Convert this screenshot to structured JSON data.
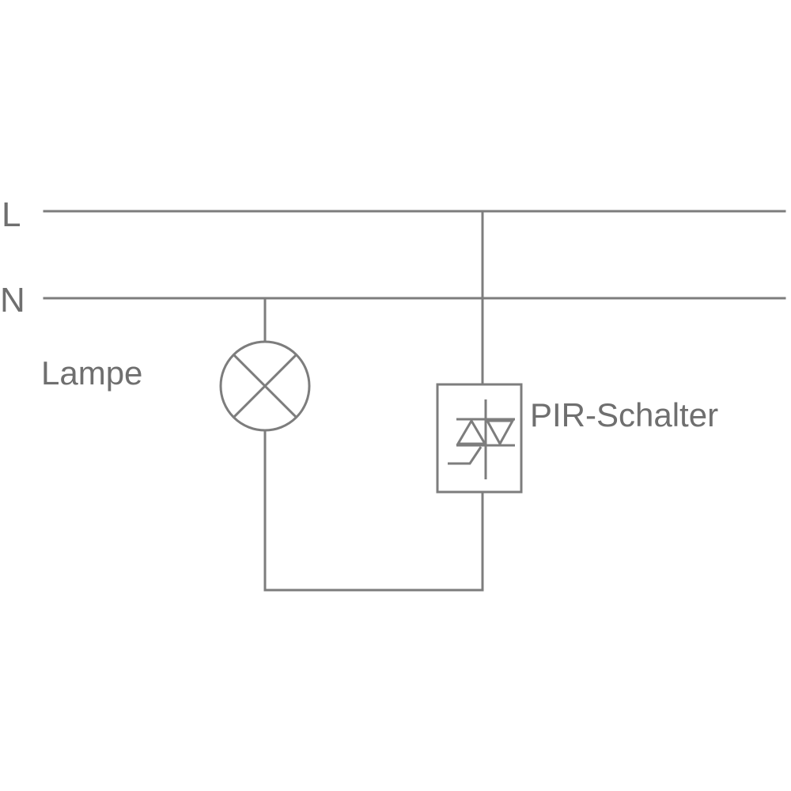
{
  "diagram": {
    "labels": {
      "line": "L",
      "neutral": "N",
      "lamp": "Lampe",
      "switch": "PIR-Schalter"
    },
    "components": {
      "lamp": {
        "icon": "lamp-symbol-icon"
      },
      "switch": {
        "icon": "triac-symbol-icon"
      }
    },
    "colors": {
      "stroke": "#7d7d7d",
      "text": "#6f6f6f",
      "background": "#ffffff"
    }
  }
}
